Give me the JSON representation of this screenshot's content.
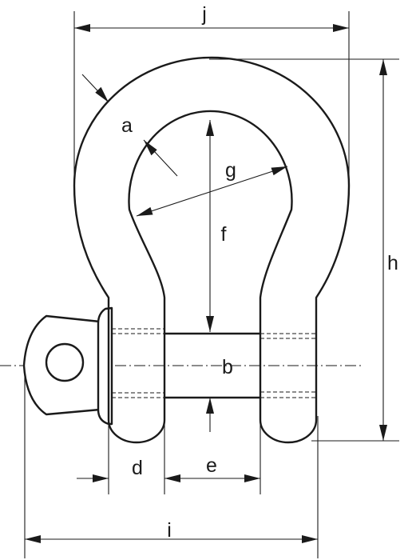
{
  "labels": {
    "a": "a",
    "b": "b",
    "d": "d",
    "e": "e",
    "f": "f",
    "g": "g",
    "h": "h",
    "i": "i",
    "j": "j"
  }
}
